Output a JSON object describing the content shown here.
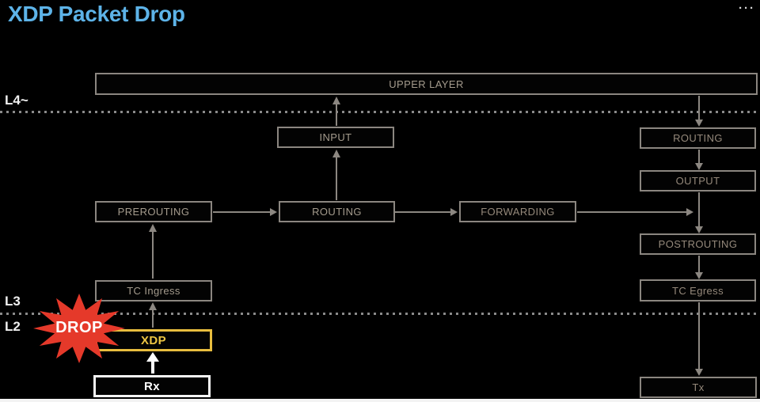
{
  "header": {
    "title": "XDP Packet Drop",
    "more_icon": "···"
  },
  "layers": [
    {
      "label": "L4~"
    },
    {
      "label": "L3"
    },
    {
      "label": "L2"
    }
  ],
  "nodes": {
    "upper_layer": "UPPER LAYER",
    "input": "INPUT",
    "routing_upper": "ROUTING",
    "output": "OUTPUT",
    "prerouting": "PREROUTING",
    "routing": "ROUTING",
    "forwarding": "FORWARDING",
    "postrouting": "POSTROUTING",
    "tc_ingress": "TC Ingress",
    "tc_egress": "TC Egress",
    "xdp": "XDP",
    "rx": "Rx",
    "tx": "Tx"
  },
  "drop_badge": {
    "label": "DROP"
  },
  "edges": [
    {
      "from": "rx",
      "to": "xdp"
    },
    {
      "from": "xdp",
      "to": "tc_ingress"
    },
    {
      "from": "tc_ingress",
      "to": "prerouting"
    },
    {
      "from": "prerouting",
      "to": "routing"
    },
    {
      "from": "routing",
      "to": "input"
    },
    {
      "from": "input",
      "to": "upper_layer"
    },
    {
      "from": "routing",
      "to": "forwarding"
    },
    {
      "from": "upper_layer",
      "to": "routing_upper"
    },
    {
      "from": "routing_upper",
      "to": "output"
    },
    {
      "from": "output",
      "to": "postrouting"
    },
    {
      "from": "forwarding",
      "to": "postrouting"
    },
    {
      "from": "postrouting",
      "to": "tc_egress"
    },
    {
      "from": "tc_egress",
      "to": "tx"
    }
  ],
  "colors": {
    "background": "#000000",
    "title": "#5db3e8",
    "box_border": "#8b8680",
    "box_text": "#a49b8d",
    "box_text_warm": "#95897b",
    "arrow": "#8c8781",
    "xdp_accent": "#e8bd3e",
    "drop_red": "#e5392a",
    "white": "#ffffff"
  }
}
